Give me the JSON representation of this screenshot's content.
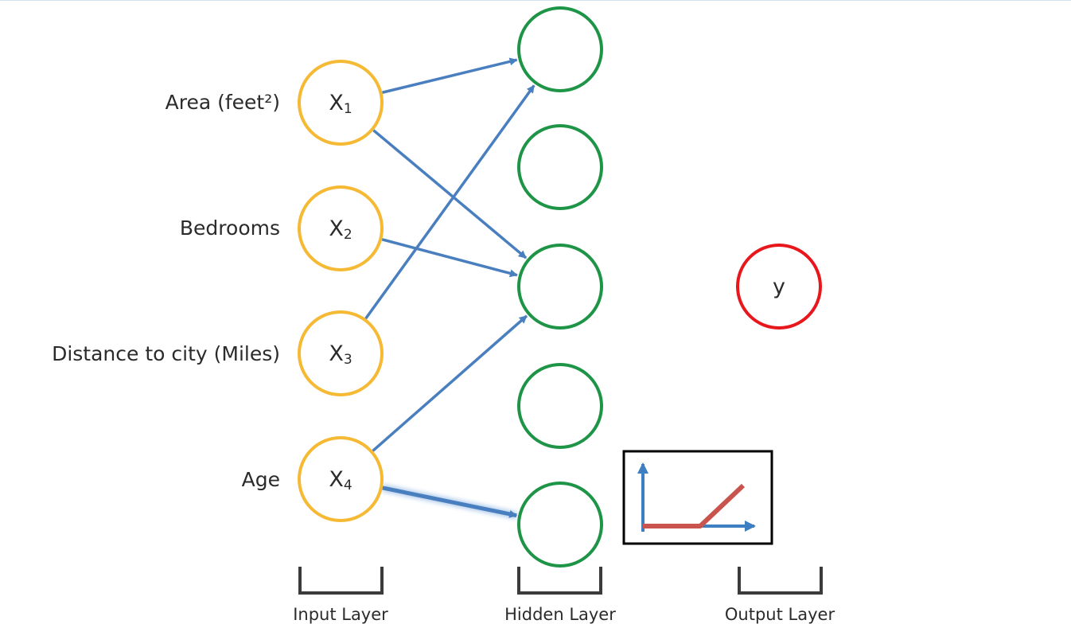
{
  "features": [
    {
      "label": "Area (feet²)"
    },
    {
      "label": "Bedrooms"
    },
    {
      "label": "Distance to city (Miles)"
    },
    {
      "label": "Age"
    }
  ],
  "input_nodes": [
    {
      "letter": "X",
      "sub": "1"
    },
    {
      "letter": "X",
      "sub": "2"
    },
    {
      "letter": "X",
      "sub": "3"
    },
    {
      "letter": "X",
      "sub": "4"
    }
  ],
  "hidden_node_count": 5,
  "output_node": {
    "label": "y"
  },
  "connections": [
    {
      "from": 0,
      "to": 0
    },
    {
      "from": 0,
      "to": 2
    },
    {
      "from": 1,
      "to": 2
    },
    {
      "from": 2,
      "to": 0
    },
    {
      "from": 3,
      "to": 2
    },
    {
      "from": 3,
      "to": 4,
      "highlighted": true
    }
  ],
  "activation_inset": {
    "function": "relu"
  },
  "layers": {
    "input": "Input Layer",
    "hidden": "Hidden Layer",
    "output": "Output Layer"
  },
  "colors": {
    "input_node": "#f5b934",
    "hidden_node": "#1e9447",
    "output_node": "#e8171c",
    "arrow": "#4a7fbf",
    "relu_line": "#c9544d",
    "axis": "#3d7fc1",
    "bracket": "#3b3b3b"
  }
}
